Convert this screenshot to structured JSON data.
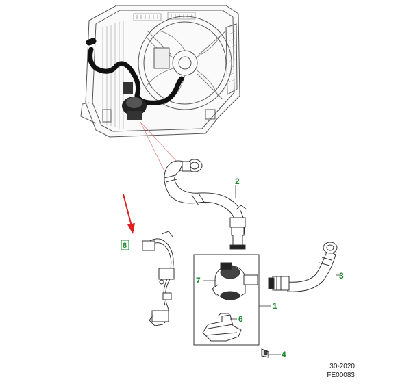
{
  "callouts": {
    "c1": "1",
    "c2": "2",
    "c3": "3",
    "c4": "4",
    "c6": "6",
    "c7": "7",
    "c8": "8"
  },
  "footer": {
    "date_code": "30-2020",
    "figure_code": "FE00083"
  },
  "colors": {
    "callout": "#1a8a2a",
    "arrow": "#e02020",
    "line": "#333333",
    "leader_red": "#e08080"
  }
}
